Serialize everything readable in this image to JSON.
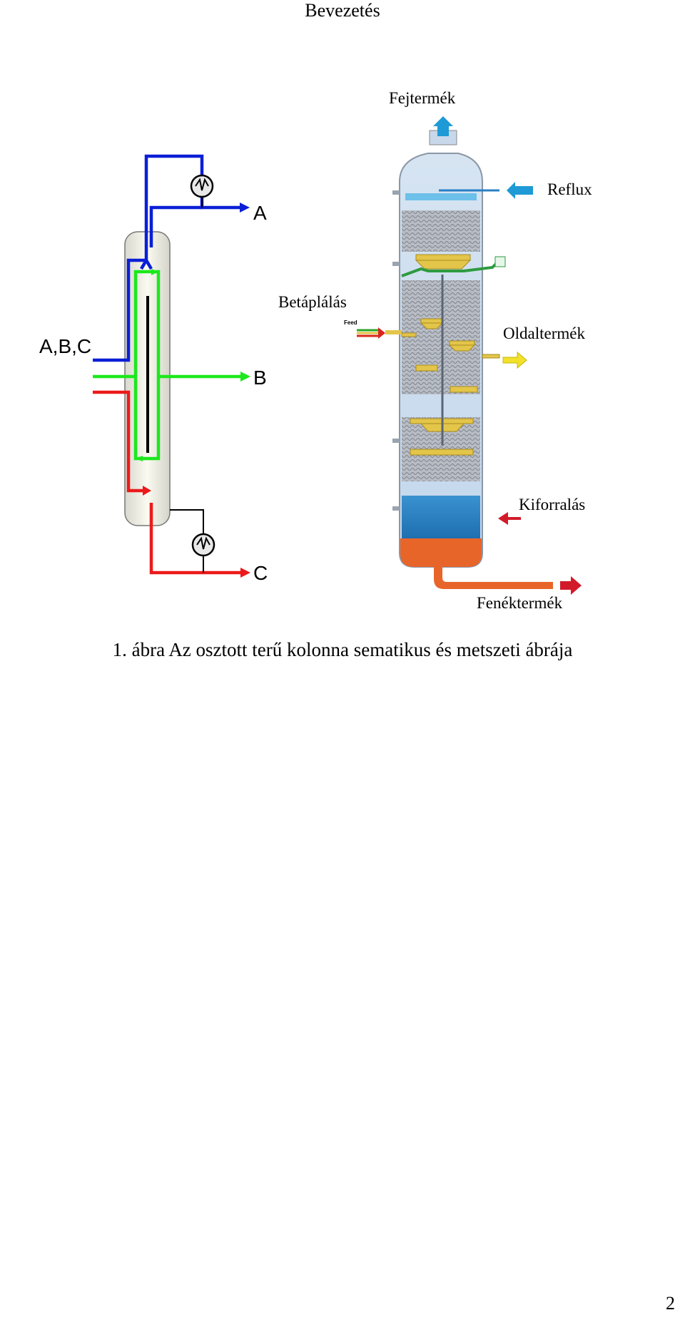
{
  "header": {
    "title": "Bevezetés"
  },
  "figure": {
    "schematic": {
      "feed_label": "A,B,C",
      "product_a": "A",
      "product_b": "B",
      "product_c": "C",
      "colors": {
        "top": "#0a1fd6",
        "side": "#1ce81c",
        "bottom": "#ec1a1a"
      }
    },
    "section_view": {
      "top_product": "Fejtermék",
      "reflux": "Reflux",
      "feed": "Betáplálás",
      "feed_arrow_text": "Feed",
      "side_product": "Oldaltermék",
      "reboil": "Kiforralás",
      "bottom_product": "Fenéktermék",
      "colors": {
        "vapor": "#1e9ad6",
        "liquid_blue": "#2a7fc4",
        "liquid_orange": "#e8652a",
        "gold": "#e3c54a"
      }
    }
  },
  "caption": {
    "text": "1. ábra Az osztott terű kolonna sematikus és metszeti ábrája"
  },
  "footer": {
    "page_number": "2"
  }
}
